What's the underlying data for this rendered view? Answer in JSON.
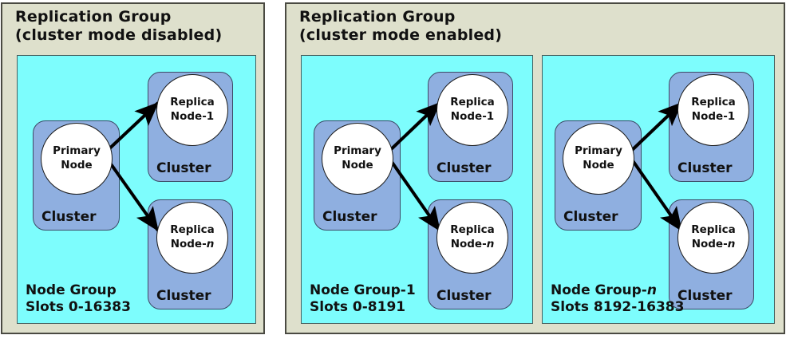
{
  "colors": {
    "panel_background": "#dee0cc",
    "panel_border": "#4a4a42",
    "node_group_fill": "#7dfdfd",
    "node_group_border": "#46605f",
    "cluster_fill": "#8fafe0",
    "cluster_border": "#3c4a66",
    "circle_fill": "#ffffff",
    "circle_border": "#1a1a1a",
    "arrow": "#000000",
    "text": "#111111",
    "page_background": "#ffffff"
  },
  "panels": [
    {
      "id": "cluster-mode-disabled",
      "title_line1": "Replication Group",
      "title_line2": "(cluster mode disabled)",
      "node_groups": [
        {
          "id": "node-group-all-slots",
          "label_line1": "Node Group",
          "label_line1_italic_suffix": "",
          "label_line2": "Slots 0-16383",
          "clusters": [
            {
              "id": "primary-cluster",
              "role": "primary",
              "cluster_label": "Cluster",
              "node_line1": "Primary",
              "node_line2": "Node",
              "node_line2_italic_suffix": ""
            },
            {
              "id": "replica-1-cluster",
              "role": "replica",
              "cluster_label": "Cluster",
              "node_line1": "Replica",
              "node_line2": "Node-1",
              "node_line2_italic_suffix": ""
            },
            {
              "id": "replica-n-cluster",
              "role": "replica",
              "cluster_label": "Cluster",
              "node_line1": "Replica",
              "node_line2": "Node-",
              "node_line2_italic_suffix": "n"
            }
          ]
        }
      ]
    },
    {
      "id": "cluster-mode-enabled",
      "title_line1": "Replication Group",
      "title_line2": "(cluster mode enabled)",
      "node_groups": [
        {
          "id": "node-group-1",
          "label_line1": "Node Group-1",
          "label_line1_italic_suffix": "",
          "label_line2": "Slots 0-8191",
          "clusters": [
            {
              "id": "primary-cluster",
              "role": "primary",
              "cluster_label": "Cluster",
              "node_line1": "Primary",
              "node_line2": "Node",
              "node_line2_italic_suffix": ""
            },
            {
              "id": "replica-1-cluster",
              "role": "replica",
              "cluster_label": "Cluster",
              "node_line1": "Replica",
              "node_line2": "Node-1",
              "node_line2_italic_suffix": ""
            },
            {
              "id": "replica-n-cluster",
              "role": "replica",
              "cluster_label": "Cluster",
              "node_line1": "Replica",
              "node_line2": "Node-",
              "node_line2_italic_suffix": "n"
            }
          ]
        },
        {
          "id": "node-group-n",
          "label_line1": "Node Group-",
          "label_line1_italic_suffix": "n",
          "label_line2": "Slots 8192-16383",
          "clusters": [
            {
              "id": "primary-cluster",
              "role": "primary",
              "cluster_label": "Cluster",
              "node_line1": "Primary",
              "node_line2": "Node",
              "node_line2_italic_suffix": ""
            },
            {
              "id": "replica-1-cluster",
              "role": "replica",
              "cluster_label": "Cluster",
              "node_line1": "Replica",
              "node_line2": "Node-1",
              "node_line2_italic_suffix": ""
            },
            {
              "id": "replica-n-cluster",
              "role": "replica",
              "cluster_label": "Cluster",
              "node_line1": "Replica",
              "node_line2": "Node-",
              "node_line2_italic_suffix": "n"
            }
          ]
        }
      ]
    }
  ]
}
